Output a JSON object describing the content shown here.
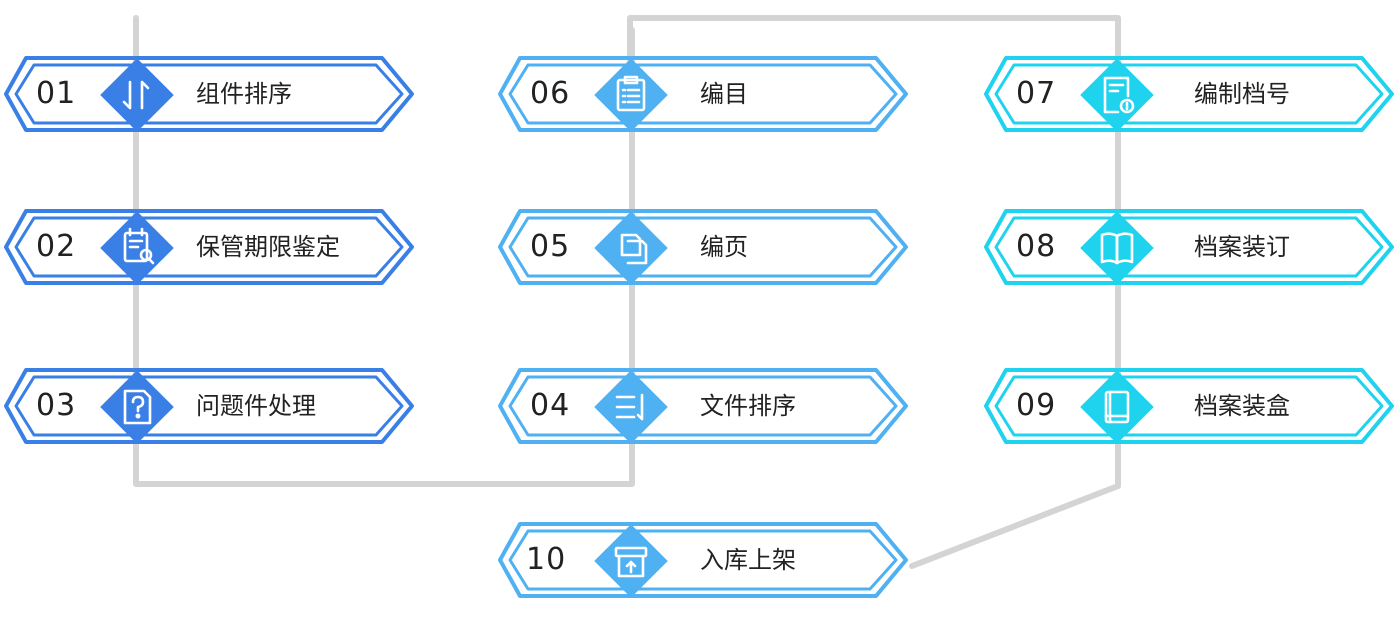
{
  "colors": {
    "col1": "#3a7fe6",
    "col2": "#4fb0f2",
    "col3": "#1fd3ee",
    "connector": "#d4d4d4"
  },
  "steps": [
    {
      "num": "01",
      "label": "组件排序",
      "icon": "sort-icon",
      "col": 1
    },
    {
      "num": "02",
      "label": "保管期限鉴定",
      "icon": "appraisal-icon",
      "col": 1
    },
    {
      "num": "03",
      "label": "问题件处理",
      "icon": "question-doc-icon",
      "col": 1
    },
    {
      "num": "04",
      "label": "文件排序",
      "icon": "list-sort-icon",
      "col": 2
    },
    {
      "num": "05",
      "label": "编页",
      "icon": "pages-icon",
      "col": 2
    },
    {
      "num": "06",
      "label": "编目",
      "icon": "catalog-icon",
      "col": 2
    },
    {
      "num": "07",
      "label": "编制档号",
      "icon": "archive-number-icon",
      "col": 3
    },
    {
      "num": "08",
      "label": "档案装订",
      "icon": "book-icon",
      "col": 3
    },
    {
      "num": "09",
      "label": "档案装盒",
      "icon": "box-icon",
      "col": 3
    },
    {
      "num": "10",
      "label": "入库上架",
      "icon": "shelve-icon",
      "col": 2
    }
  ]
}
